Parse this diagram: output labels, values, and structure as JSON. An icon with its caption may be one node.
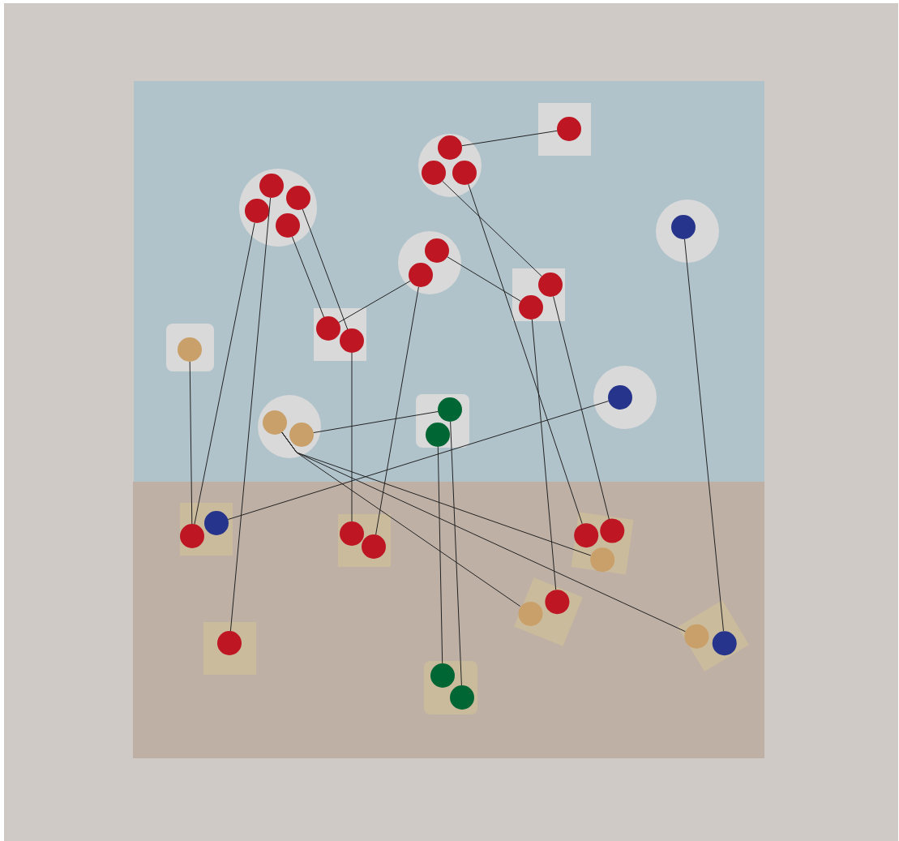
{
  "diagram": {
    "nodes": [
      {
        "text": [],
        "shape": "circle"
      },
      {
        "text": [],
        "shape": "circle",
        "in": 0
      },
      {
        "text": [],
        "shape": "circle",
        "in": 0
      },
      {
        "text": [],
        "shape": "circle",
        "in": 0
      },
      {
        "text": [],
        "shape": "box"
      },
      {
        "text": [],
        "shape": "circle",
        "in": 4
      },
      {
        "text": [],
        "shape": "circle"
      },
      {
        "text": [],
        "shape": "circle",
        "in": 6
      },
      {
        "text": [],
        "shape": "circle",
        "in": 6
      },
      {
        "text": [],
        "shape": "circle",
        "in": 6
      },
      {
        "text": [],
        "shape": "circle",
        "in": 6
      },
      {
        "text": [],
        "shape": "circle"
      },
      {
        "text": [],
        "shape": "circle",
        "in": 11
      },
      {
        "text": [],
        "shape": "circle"
      },
      {
        "text": [],
        "shape": "circle",
        "in": 13
      },
      {
        "text": [],
        "shape": "circle",
        "in": 13
      },
      {
        "text": [],
        "shape": "box"
      },
      {
        "text": [],
        "shape": "circle",
        "in": 16
      },
      {
        "text": [],
        "shape": "circle",
        "in": 16
      },
      {
        "text": [],
        "shape": "box"
      },
      {
        "text": [],
        "shape": "circle",
        "in": 19
      },
      {
        "text": [],
        "shape": "circle",
        "in": 19
      },
      {
        "text": [],
        "shape": "box"
      },
      {
        "text": [],
        "shape": "circle",
        "in": 22
      },
      {
        "text": [],
        "shape": "circle"
      },
      {
        "text": [],
        "shape": "circle",
        "in": 24
      },
      {
        "text": [],
        "shape": "circle"
      },
      {
        "text": [],
        "shape": "circle",
        "in": 26
      },
      {
        "text": [],
        "shape": "circle",
        "in": 26
      },
      {
        "text": [],
        "shape": "box"
      },
      {
        "text": [],
        "shape": "circle",
        "in": 29
      },
      {
        "text": [],
        "shape": "circle",
        "in": 29
      },
      {
        "text": [],
        "shape": "box"
      },
      {
        "text": [],
        "shape": "circle",
        "in": 32
      },
      {
        "text": [],
        "shape": "circle",
        "in": 32
      },
      {
        "text": [],
        "shape": "box"
      },
      {
        "text": [],
        "shape": "circle",
        "in": 35
      },
      {
        "text": [],
        "shape": "circle",
        "in": 35
      },
      {
        "text": [],
        "shape": "box"
      },
      {
        "text": [],
        "shape": "circle",
        "in": 38
      },
      {
        "text": [],
        "shape": "circle",
        "in": 38
      },
      {
        "text": [],
        "shape": "circle",
        "in": 38
      },
      {
        "text": [],
        "shape": "box"
      },
      {
        "text": [],
        "shape": "circle",
        "in": 42
      },
      {
        "text": [],
        "shape": "circle",
        "in": 42
      },
      {
        "text": [],
        "shape": "box"
      },
      {
        "text": [],
        "shape": "circle",
        "in": 45
      },
      {
        "text": [],
        "shape": "circle",
        "in": 45
      },
      {
        "text": [],
        "shape": "box"
      },
      {
        "text": [],
        "shape": "circle",
        "in": 48
      },
      {
        "text": [],
        "shape": "box"
      },
      {
        "text": [],
        "shape": "circle",
        "in": 50
      },
      {
        "text": [],
        "shape": "circle",
        "in": 50
      }
    ],
    "edges": [
      {
        "from": 1,
        "to": 5,
        "arrow": "none"
      },
      {
        "from": 2,
        "to": 17,
        "arrow": "none"
      },
      {
        "from": 3,
        "to": 39,
        "arrow": "none"
      },
      {
        "from": 7,
        "to": 49,
        "arrow": "none"
      },
      {
        "from": 9,
        "to": 34,
        "arrow": "none"
      },
      {
        "from": 8,
        "to": 21,
        "arrow": "none"
      },
      {
        "from": 10,
        "to": 20,
        "arrow": "none"
      },
      {
        "from": 15,
        "to": 20,
        "arrow": "none"
      },
      {
        "from": 15,
        "to": 37,
        "arrow": "none"
      },
      {
        "from": 14,
        "to": 18,
        "arrow": "none"
      },
      {
        "from": 17,
        "to": 40,
        "arrow": "none"
      },
      {
        "from": 18,
        "to": 44,
        "arrow": "none"
      },
      {
        "from": 21,
        "to": 36,
        "arrow": "none"
      },
      {
        "from": 12,
        "to": 47,
        "arrow": "none"
      },
      {
        "from": 23,
        "to": 34,
        "arrow": "none"
      },
      {
        "from": 25,
        "to": 33,
        "arrow": "none"
      },
      {
        "from": 28,
        "to": 30,
        "arrow": "none"
      },
      {
        "from": 27,
        "to": 43,
        "arrow": "none"
      },
      {
        "from": 27,
        "to": 41,
        "arrow": "none"
      },
      {
        "from": 27,
        "to": 46,
        "arrow": "none"
      },
      {
        "from": 31,
        "to": 51,
        "arrow": "none"
      },
      {
        "from": 30,
        "to": 52,
        "arrow": "none"
      }
    ]
  }
}
